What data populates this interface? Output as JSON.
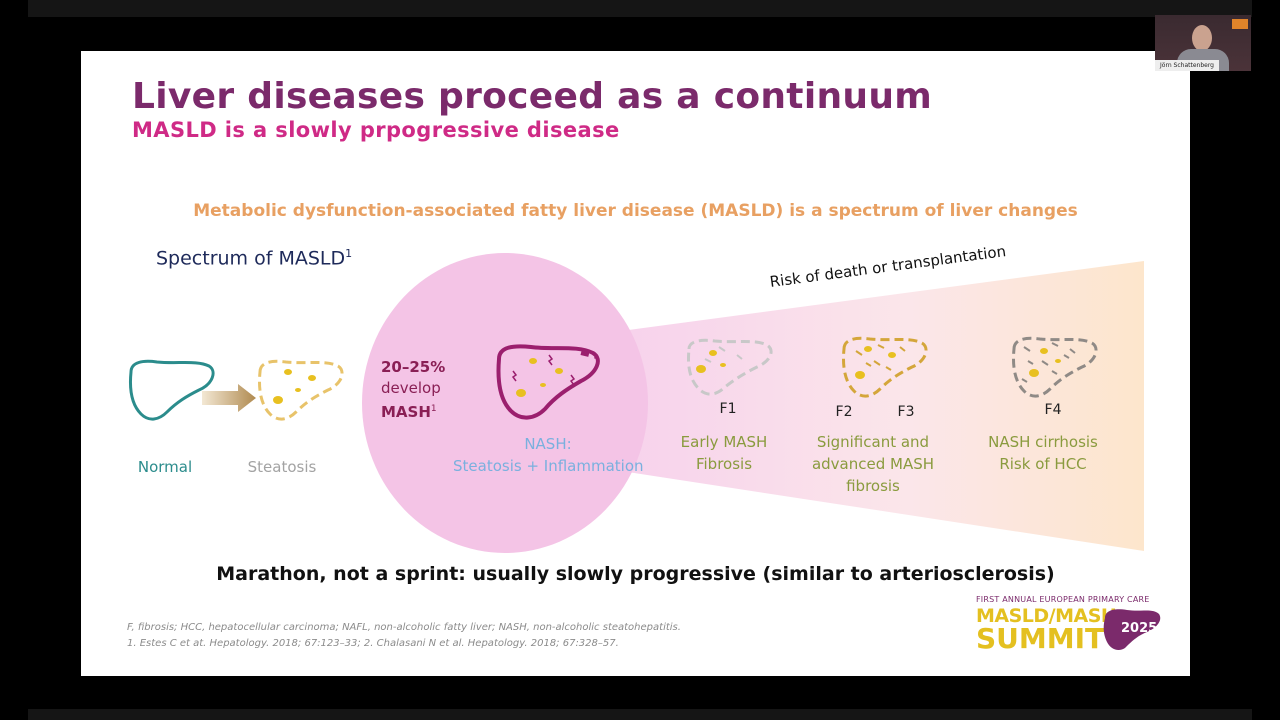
{
  "slide": {
    "title": "Liver diseases proceed as a continuum",
    "subtitle": "MASLD is a slowly prpogressive disease",
    "spectrum_header": "Metabolic dysfunction-associated fatty liver disease (MASLD) is a spectrum of liver changes",
    "spectrum_label": "Spectrum of MASLD",
    "spectrum_label_sup": "1",
    "risk_label": "Risk of death or transplantation",
    "develop": {
      "percent": "20–25%",
      "verb": "develop",
      "target": "MASH",
      "sup": "1"
    },
    "stages": {
      "normal": "Normal",
      "steatosis": "Steatosis",
      "nash": [
        "NASH:",
        "Steatosis + Inflammation"
      ],
      "f1": {
        "num": "F1",
        "label": [
          "Early MASH",
          "Fibrosis"
        ]
      },
      "f2": {
        "num": "F2"
      },
      "f3": {
        "num": "F3"
      },
      "f23_label": [
        "Significant and",
        "advanced MASH",
        "fibrosis"
      ],
      "f4": {
        "num": "F4",
        "label": [
          "NASH cirrhosis",
          "Risk of HCC"
        ]
      }
    },
    "marathon": "Marathon, not a sprint: usually slowly progressive (similar to arteriosclerosis)",
    "footnotes": [
      "F, fibrosis; HCC, hepatocellular carcinoma; NAFL, non-alcoholic fatty liver; NASH, non-alcoholic steatohepatitis.",
      "1. Estes C et at. Hepatology. 2018; 67:123–33; 2. Chalasani N et al. Hepatology. 2018; 67:328–57."
    ],
    "summit": {
      "line1": "FIRST ANNUAL EUROPEAN PRIMARY CARE",
      "line2": "MASLD/MASH",
      "line3": "SUMMIT",
      "year": "2025"
    }
  },
  "webcam": {
    "name": "Jörn Schattenberg"
  },
  "colors": {
    "title": "#7b2a6b",
    "subtitle": "#cf2a86",
    "header_orange": "#e8a062",
    "normal_teal": "#2b8c8c",
    "steatosis_gold": "#e8c36a",
    "nash_purple": "#9b1f6e",
    "circle_pink": "#f4c4e6",
    "stage_text_olive": "#8a9b3e",
    "fat_yellow": "#e8c020"
  },
  "icons": [
    "liver-normal-icon",
    "liver-steatosis-icon",
    "liver-nash-icon",
    "liver-f1-icon",
    "liver-f2-f3-icon",
    "liver-f4-icon",
    "arrow-right-icon",
    "summit-liver-logo"
  ]
}
